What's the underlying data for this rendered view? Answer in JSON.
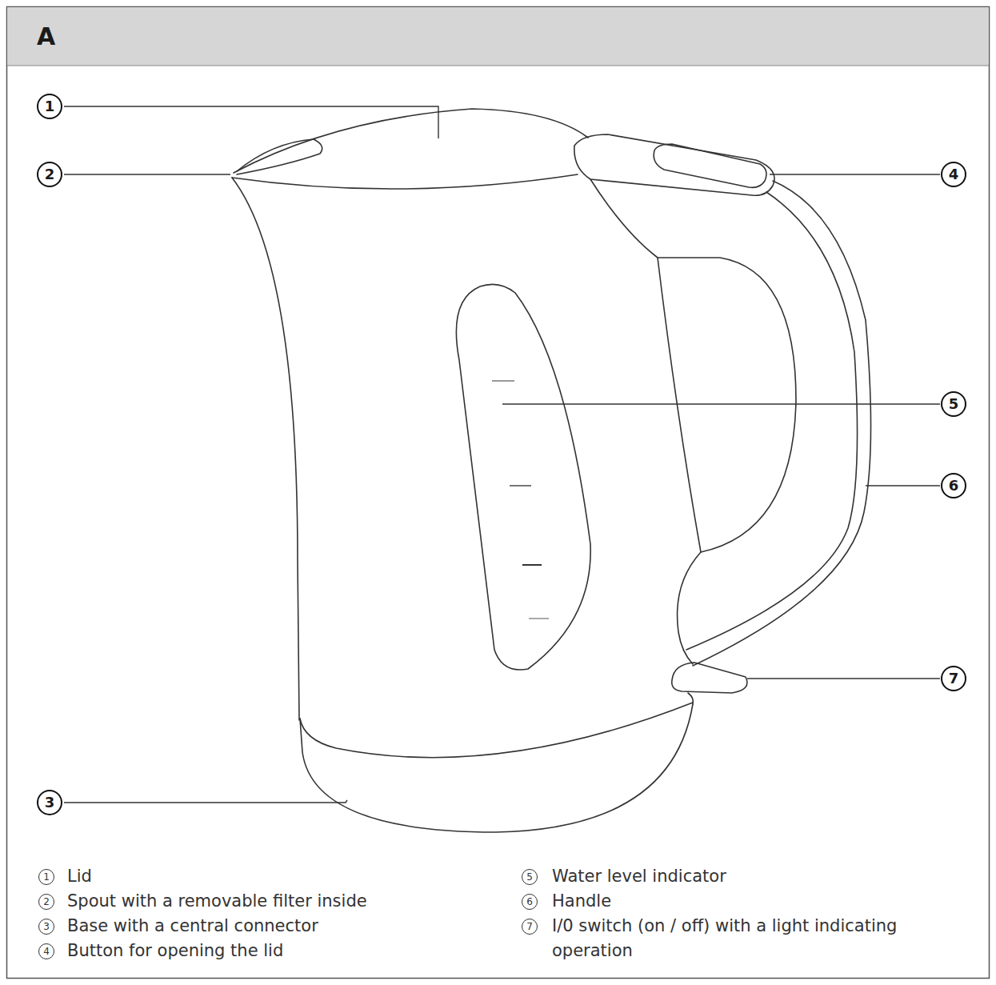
{
  "diagram": {
    "title": "A",
    "labels": [
      "1",
      "2",
      "3",
      "4",
      "5",
      "6",
      "7",
      "1",
      "Lid",
      "2",
      "Spout with a removable filter inside",
      "3",
      "Base with a central connector",
      "4",
      "Button for opening the lid",
      "5",
      "Water level indicator",
      "6",
      "Handle",
      "7",
      "I/0 switch (on / off) with a light indicating operation"
    ]
  }
}
